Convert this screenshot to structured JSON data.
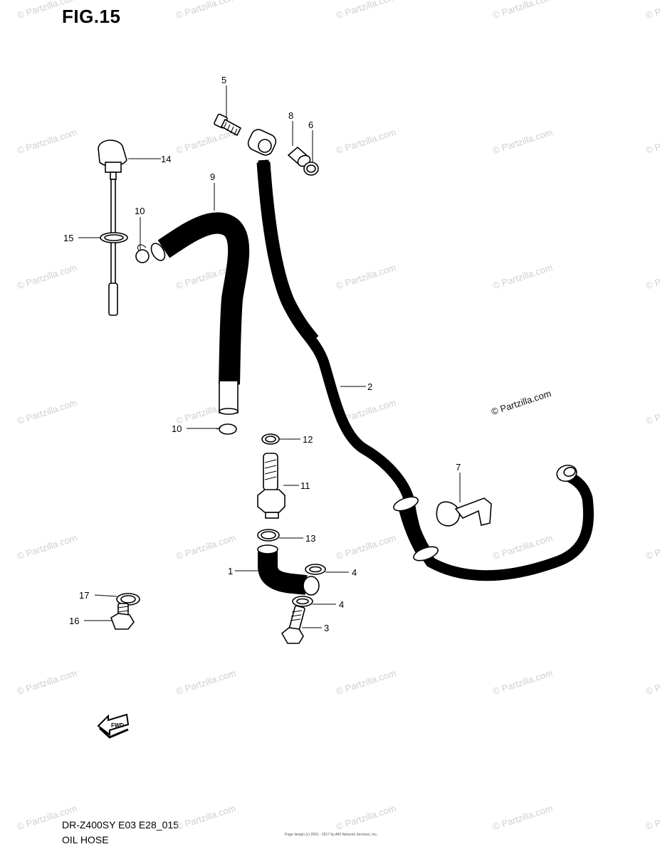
{
  "figure": {
    "title": "FIG.15"
  },
  "footer": {
    "model_code": "DR-Z400SY E03 E28_015",
    "section_name": "OIL HOSE",
    "tiny_note": "Page design (c) 2001 - 2017 by ARI Network Services, Inc."
  },
  "watermark": {
    "repeat_text": "© Partzilla.com",
    "prominent_text": "© Partzilla.com"
  },
  "callouts": [
    {
      "id": "1",
      "text": "1"
    },
    {
      "id": "2",
      "text": "2"
    },
    {
      "id": "3",
      "text": "3"
    },
    {
      "id": "4a",
      "text": "4"
    },
    {
      "id": "4b",
      "text": "4"
    },
    {
      "id": "5",
      "text": "5"
    },
    {
      "id": "6",
      "text": "6"
    },
    {
      "id": "7",
      "text": "7"
    },
    {
      "id": "8",
      "text": "8"
    },
    {
      "id": "9",
      "text": "9"
    },
    {
      "id": "10a",
      "text": "10"
    },
    {
      "id": "10b",
      "text": "10"
    },
    {
      "id": "11",
      "text": "11"
    },
    {
      "id": "12",
      "text": "12"
    },
    {
      "id": "13",
      "text": "13"
    },
    {
      "id": "14",
      "text": "14"
    },
    {
      "id": "15",
      "text": "15"
    },
    {
      "id": "16",
      "text": "16"
    },
    {
      "id": "17",
      "text": "17"
    }
  ],
  "fwd_arrow": {
    "text": "FWD"
  }
}
